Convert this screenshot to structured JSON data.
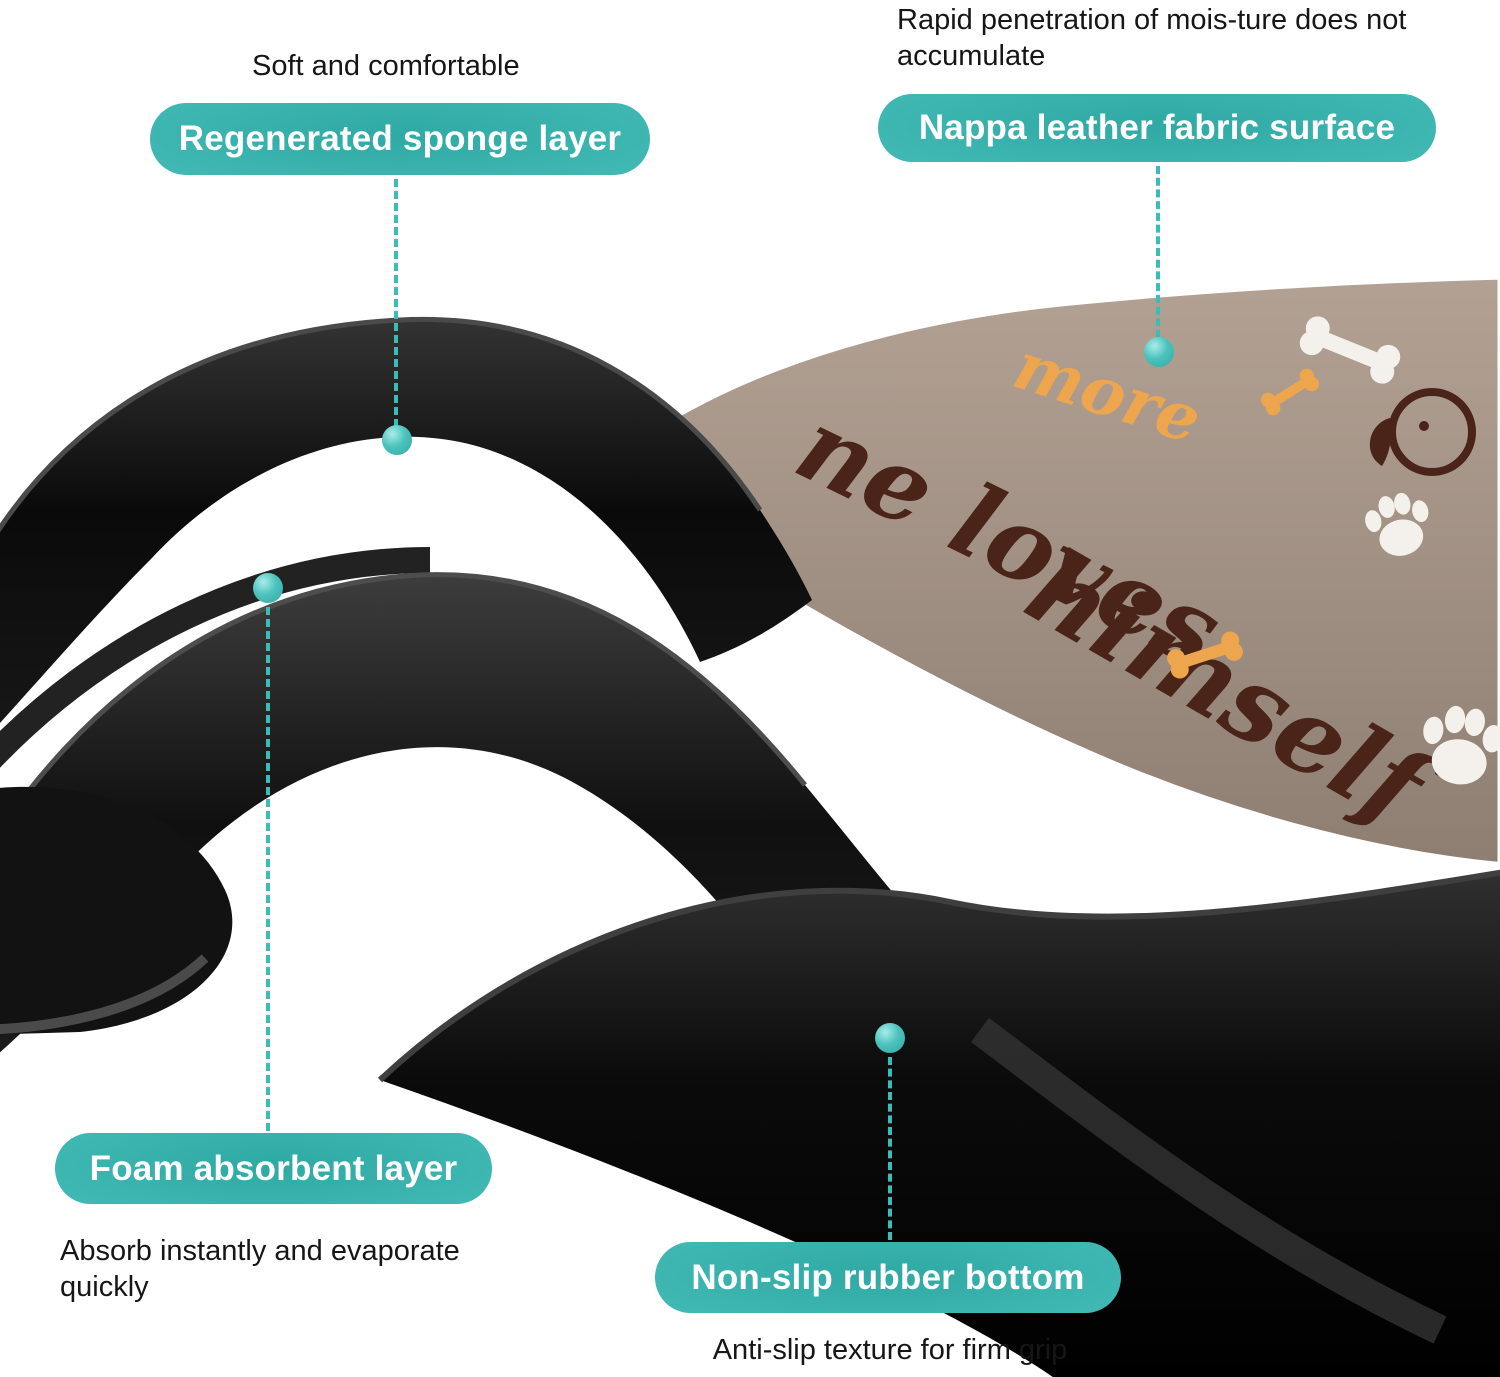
{
  "colors": {
    "teal": "#3cb4af",
    "teal_light": "#8adfdb",
    "text": "#161616",
    "mat_surface_top": "#b3a294",
    "mat_surface_bottom": "#8e7e72",
    "script_brown": "#4a2418",
    "accent_orange": "#eda64e"
  },
  "callouts": {
    "sponge": {
      "caption": "Soft and comfortable",
      "label": "Regenerated sponge layer"
    },
    "surface": {
      "caption": "Rapid penetration of mois-ture does not accumulate",
      "label": "Nappa leather fabric surface"
    },
    "foam": {
      "label": "Foam absorbent layer",
      "caption": "Absorb instantly and evaporate quickly"
    },
    "rubber": {
      "label": "Non-slip rubber bottom",
      "caption": "Anti-slip texture for firm grip"
    }
  },
  "mat_print": {
    "accent_word": "more",
    "script_line1": "ne loves",
    "script_line2": "himself"
  }
}
